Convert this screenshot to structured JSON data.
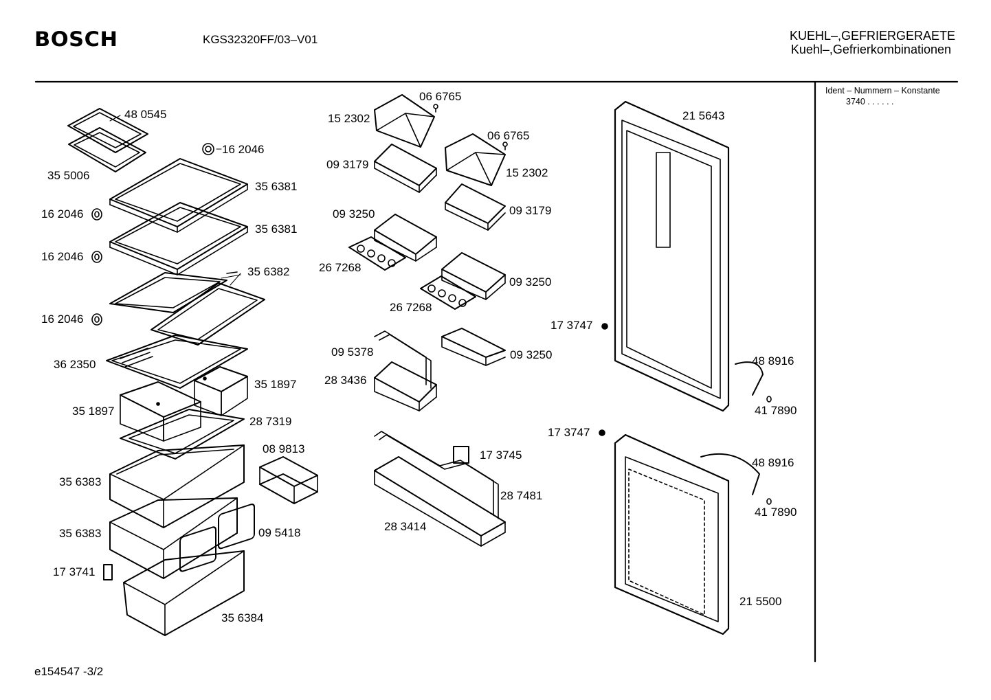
{
  "header": {
    "brand": "BOSCH",
    "model": "KGS32320FF/03–V01",
    "category_line1": "KUEHL–,GEFRIERGERAETE",
    "category_line2": "Kuehl–,Gefrierkombinationen"
  },
  "side_panel": {
    "title": "Ident – Nummern – Konstante",
    "value": "3740  .  .  .  .  .  ."
  },
  "footer": {
    "diagram_ref": "e154547   -3/2"
  },
  "part_labels": [
    "48 0545",
    "35 5006",
    "16 2046",
    "35 6381",
    "16 2046",
    "35 6381",
    "16 2046",
    "35 6382",
    "16 2046",
    "36 2350",
    "35 1897",
    "35 1897",
    "28 7319",
    "08 9813",
    "35 6383",
    "35 6383",
    "09 5418",
    "17 3741",
    "35 6384",
    "06 6765",
    "15 2302",
    "09 3179",
    "06 6765",
    "15 2302",
    "09 3179",
    "09 3250",
    "26 7268",
    "09 3250",
    "26 7268",
    "09 5378",
    "28 3436",
    "09 3250",
    "17 3745",
    "28 7481",
    "28 3414",
    "21 5643",
    "17 3747",
    "48 8916",
    "41 7890",
    "17 3747",
    "48 8916",
    "41 7890",
    "21 5500"
  ]
}
